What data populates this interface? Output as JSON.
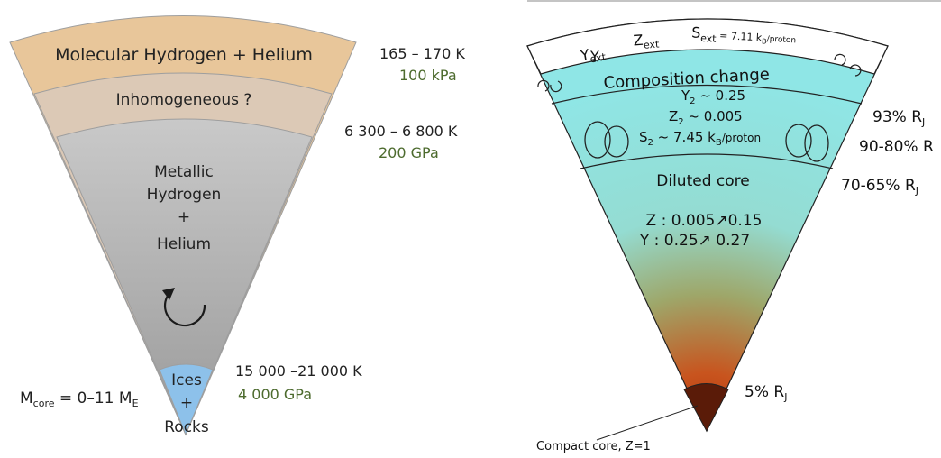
{
  "left_diagram": {
    "layers": {
      "molecular": "Molecular Hydrogen + Helium",
      "inhomogeneous": "Inhomogeneous ?",
      "metallic_1": "Metallic",
      "metallic_2": "Hydrogen",
      "metallic_3": "+",
      "metallic_4": "Helium",
      "core_1": "Ices",
      "core_2": "+",
      "core_3": "Rocks"
    },
    "annotations": {
      "outer_temp": "165 – 170 K",
      "outer_pressure": "100 kPa",
      "mid_temp": "6 300 – 6 800 K",
      "mid_pressure": "200 GPa",
      "inner_temp": "15 000 –21 000 K",
      "inner_pressure": "4 000 GPa"
    },
    "core_mass": {
      "prefix": "M",
      "prefix_sub": "core",
      "equals": " = 0–11 M",
      "suffix_sub": "E"
    },
    "colors": {
      "molecular": "#e8c79c",
      "inhomogeneous": "#dcc8b4",
      "metallic": "#b9b9b9",
      "core": "#8fc1e8",
      "pressure_text": "#4d6b2e"
    },
    "icons": [
      "circular-arrow-icon"
    ]
  },
  "right_diagram": {
    "outer_shell": {
      "y": "Y",
      "y_sub": "ext",
      "z": "Z",
      "z_sub": "ext",
      "s": "S",
      "s_sub": "ext",
      "s_value": " = 7.11 k",
      "s_unit_sub": "B",
      "s_unit": "/proton"
    },
    "composition_change": "Composition change",
    "layer2": {
      "y2": "Y",
      "y2_sub": "2",
      "y2_val": " ~ 0.25",
      "z2": "Z",
      "z2_sub": "2",
      "z2_val": " ~ 0.005",
      "s2": "S",
      "s2_sub": "2",
      "s2_val": " ~ 7.45 k",
      "s2_unit_sub": "B",
      "s2_unit": "/proton"
    },
    "diluted_core": {
      "title": "Diluted core",
      "z_line": "Z : 0.005↗0.15",
      "y_line": "Y : 0.25↗ 0.27"
    },
    "radii": {
      "r93": "93% R",
      "r9080": "90-80% R",
      "r7065": "70-65% R",
      "r5": "5% R",
      "sub": "J"
    },
    "compact_core": "Compact core, Z=1",
    "colors": {
      "shell": "#ffffff",
      "teal": "#8fe3e3",
      "core_red": "#b03a10",
      "compact_core": "#5a1a08"
    },
    "icons": [
      "convection-arrow-icon"
    ]
  }
}
